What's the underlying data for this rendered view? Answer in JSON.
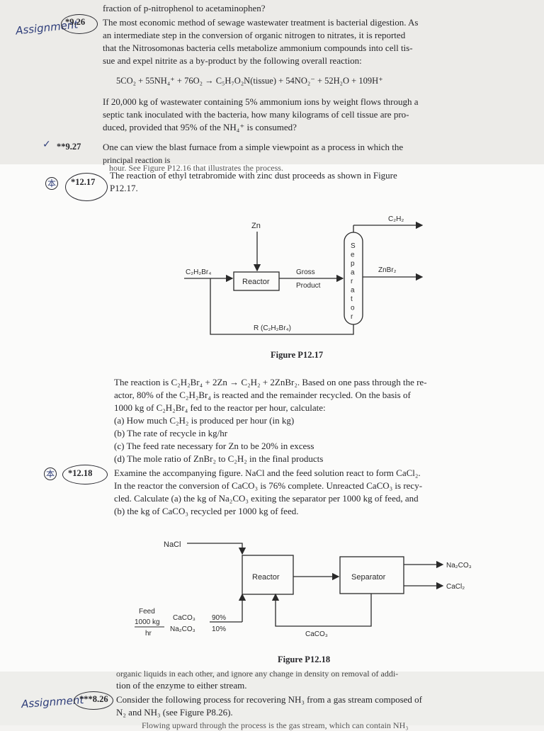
{
  "top": {
    "line0": "fraction of p-nitrophenol to acetaminophen?",
    "p926_annotation": "Assignment",
    "p926_number": "*9.26",
    "p926_lines": [
      "The most economic method of sewage wastewater treatment is bacterial digestion. As",
      "an intermediate step in the conversion of organic nitrogen to nitrates, it is reported",
      "that the Nitrosomonas bacteria cells metabolize ammonium compounds into cell tis-",
      "sue and expel nitrite as a by-product by the following overall reaction:"
    ],
    "equation": "5CO₂ + 55NH₄⁺ + 76O₂ → C₅H₇O₂N(tissue) + 54NO₂⁻ + 52H₂O + 109H⁺",
    "p926_q": [
      "If 20,000 kg of wastewater containing 5% ammonium ions by weight flows through a",
      "septic tank inoculated with the bacteria, how many kilograms of cell tissue are pro-",
      "duced, provided that 95% of the NH₄⁺ is consumed?"
    ],
    "p927_mark": "✓",
    "p927_number": "**9.27",
    "p927_text": "One can view the blast furnace from a simple viewpoint as a process in which the",
    "p927_cut1": "principal reaction is",
    "p927_cut2": "hour. See Figure P12.16 that illustrates the process."
  },
  "p1217": {
    "annotation": "本",
    "number": "*12.17",
    "intro": [
      "The reaction of ethyl tetrabromide with zinc dust proceeds as shown in Figure",
      "P12.17."
    ],
    "figure": {
      "zn": "Zn",
      "feed": "C₂H₂Br₄",
      "reactor": "Reactor",
      "gross1": "Gross",
      "gross2": "Product",
      "separator": [
        "S",
        "e",
        "p",
        "a",
        "r",
        "a",
        "t",
        "o",
        "r"
      ],
      "c2h2": "C₂H₂",
      "znbr2": "ZnBr₂",
      "recycle": "R (C₂H₂Br₄)"
    },
    "caption": "Figure P12.17",
    "body": [
      "The reaction is C₂H₂Br₄ + 2Zn → C₂H₂ + 2ZnBr₂. Based on one pass through the re-",
      "actor, 80% of the C₂H₂Br₄ is reacted and the remainder recycled. On the basis of",
      "1000 kg of C₂H₂Br₄ fed to the reactor per hour, calculate:",
      "(a) How much C₂H₂ is produced per hour (in kg)",
      "(b) The rate of recycle in kg/hr",
      "(c) The feed rate necessary for Zn to be 20% in excess",
      "(d) The mole ratio of ZnBr₂ to C₂H₂ in the final products"
    ]
  },
  "p1218": {
    "annotation": "本",
    "number": "*12.18",
    "body": [
      "Examine the accompanying figure. NaCl and the feed solution react to form CaCl₂.",
      "In the reactor the conversion of CaCO₃ is 76% complete. Unreacted CaCO₃ is recy-",
      "cled. Calculate (a) the kg of Na₂CO₃ exiting the separator per 1000 kg of feed, and",
      "(b) the kg of CaCO₃ recycled per 1000 kg of feed."
    ],
    "figure": {
      "nacl": "NaCl",
      "reactor": "Reactor",
      "separator": "Separator",
      "out1": "Na₂CO₃",
      "out2": "CaCl₂",
      "feed1": "Feed",
      "feed2": "1000 kg",
      "feed3": "hr",
      "caco3": "CaCO₃",
      "caco3_pct": "90%",
      "na2co3": "Na₂CO₃",
      "na2co3_pct": "10%",
      "recycle": "CaCO₃"
    },
    "caption": "Figure P12.18"
  },
  "bottom": {
    "cut": "organic liquids in each other, and ignore any change in density on removal of addi-",
    "line1": "tion of the enzyme to either stream.",
    "annotation": "Assignment",
    "number": "***8.26",
    "line2": "Consider the following process for recovering NH₃ from a gas stream composed of",
    "line3": "N₂ and NH₃ (see Figure P8.26).",
    "line4": "Flowing upward through the process is the gas stream, which can contain NH₃"
  }
}
